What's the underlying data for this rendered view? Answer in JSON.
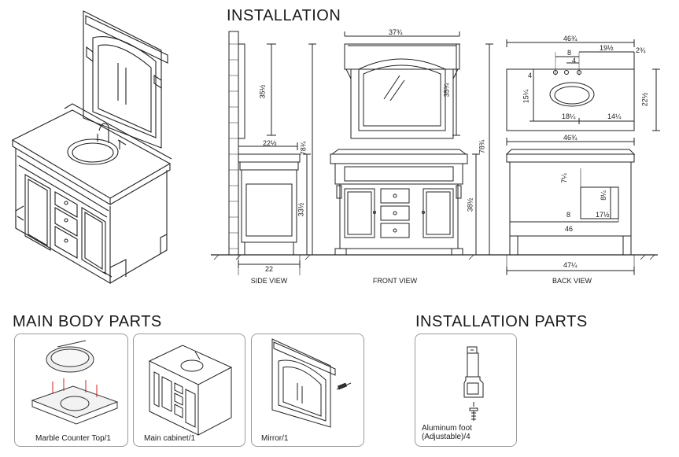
{
  "titles": {
    "installation": "INSTALLATION",
    "main_body_parts": "MAIN BODY PARTS",
    "installation_parts": "INSTALLATION PARTS"
  },
  "views": {
    "side": "SIDE VIEW",
    "front": "FRONT VIEW",
    "back": "BACK VIEW"
  },
  "dimensions": {
    "side": {
      "mirror_height": "35½",
      "mirror_depth": "22½",
      "total_height": "78¾",
      "counter_height": "33½",
      "base_depth": "22"
    },
    "front": {
      "mirror_width": "37¾",
      "mirror_height": "35¾",
      "counter_height": "38½",
      "total_height": "78¾"
    },
    "back_top": {
      "width": "46¾",
      "spacing_8": "8",
      "spacing_4": "4",
      "offset_19": "19½",
      "edge_2": "2¾",
      "sink_4": "4",
      "depth_15": "15¼",
      "depth_22": "22½",
      "sink_18": "18¼",
      "sink_14": "14¼"
    },
    "back": {
      "width": "46¾",
      "h_7": "7¼",
      "h_8": "8¼",
      "w_8": "8",
      "w_17": "17½",
      "inner_46": "46",
      "outer_47": "47¼"
    }
  },
  "parts": {
    "marble": "Marble Counter Top/1",
    "cabinet": "Main cabinet/1",
    "mirror": "Mirror/1",
    "foot_line1": "Aluminum foot",
    "foot_line2": "(Adjustable)/4"
  }
}
